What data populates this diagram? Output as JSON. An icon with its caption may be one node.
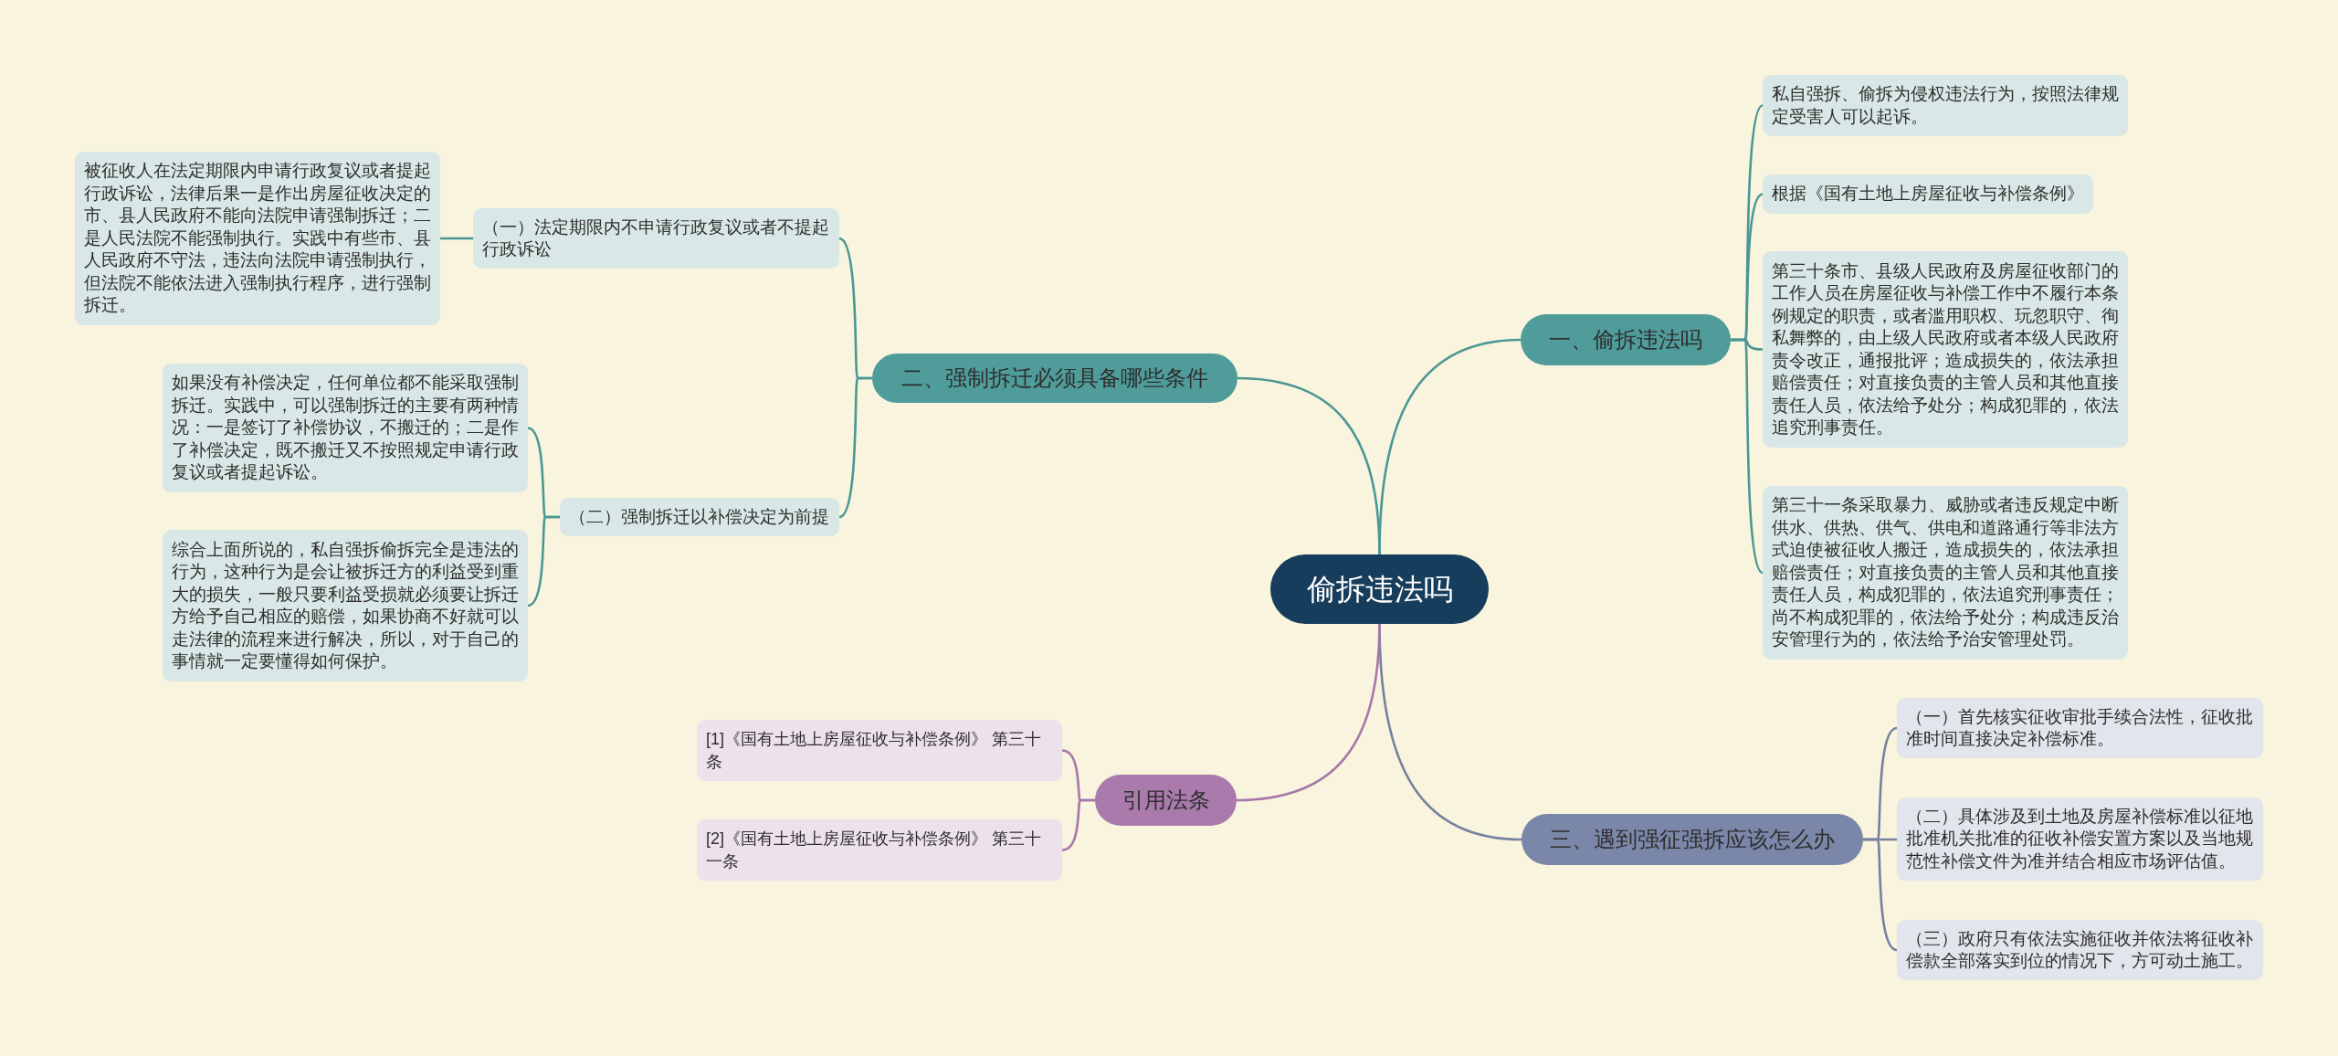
{
  "diagram": {
    "nodes": [
      {
        "text": [
          "偷拆违法吗"
        ]
      },
      {
        "text": [
          "一、偷拆违法吗"
        ]
      },
      {
        "text": [
          "私自强拆、偷拆为侵权违法行为，按照法律规定受害人可以起诉。"
        ]
      },
      {
        "text": [
          "根据《国有土地上房屋征收与补偿条例》"
        ]
      },
      {
        "text": [
          "第三十条市、县级人民政府及房屋征收部门的工作人员在房屋征收与补偿工作中不履行本条例规定的职责，或者滥用职权、玩忽职守、徇私舞弊的，由上级人民政府或者本级人民政府责令改正，通报批评；造成损失的，依法承担赔偿责任；对直接负责的主管人员和其他直接责任人员，依法给予处分；构成犯罪的，依法追究刑事责任。"
        ]
      },
      {
        "text": [
          "第三十一条采取暴力、威胁或者违反规定中断供水、供热、供气、供电和道路通行等非法方式迫使被征收人搬迁，造成损失的，依法承担赔偿责任；对直接负责的主管人员和其他直接责任人员，构成犯罪的，依法追究刑事责任；尚不构成犯罪的，依法给予处分；构成违反治安管理行为的，依法给予治安管理处罚。"
        ]
      },
      {
        "text": [
          "二、强制拆迁必须具备哪些条件"
        ]
      },
      {
        "text": [
          "（一）法定期限内不申请行政复议或者不提起行政诉讼"
        ]
      },
      {
        "text": [
          "被征收人在法定期限内申请行政复议或者提起行政诉讼，法律后果一是作出房屋征收决定的市、县人民政府不能向法院申请强制拆迁；二是人民法院不能强制执行。实践中有些市、县人民政府不守法，违法向法院申请强制执行，但法院不能依法进入强制执行程序，进行强制拆迁。"
        ]
      },
      {
        "text": [
          "（二）强制拆迁以补偿决定为前提"
        ]
      },
      {
        "text": [
          "如果没有补偿决定，任何单位都不能采取强制拆迁。实践中，可以强制拆迁的主要有两种情况：一是签订了补偿协议，不搬迁的；二是作了补偿决定，既不搬迁又不按照规定申请行政复议或者提起诉讼。"
        ]
      },
      {
        "text": [
          "综合上面所说的，私自强拆偷拆完全是违法的行为，这种行为是会让被拆迁方的利益受到重大的损失，一般只要利益受损就必须要让拆迁方给予自己相应的赔偿，如果协商不好就可以走法律的流程来进行解决，所以，对于自己的事情就一定要懂得如何保护。"
        ]
      },
      {
        "text": [
          "三、遇到强征强拆应该怎么办"
        ]
      },
      {
        "text": [
          "（一）首先核实征收审批手续合法性，征收批准时间直接决定补偿标准。"
        ]
      },
      {
        "text": [
          "（二）具体涉及到土地及房屋补偿标准以征地批准机关批准的征收补偿安置方案以及当地规范性补偿文件为准并结合相应市场评估值。"
        ]
      },
      {
        "text": [
          "（三）政府只有依法实施征收并依法将征收补偿款全部落实到位的情况下，方可动土施工。"
        ]
      },
      {
        "text": [
          "引用法条"
        ]
      },
      {
        "text": [
          "[1]《国有土地上房屋征收与补偿条例》 第三十条"
        ]
      },
      {
        "text": [
          "[2]《国有土地上房屋征收与补偿条例》 第三十一条"
        ]
      }
    ],
    "edges": [
      {
        "from": 0,
        "to": 1,
        "arrow": "none"
      },
      {
        "from": 1,
        "to": 2,
        "arrow": "none"
      },
      {
        "from": 1,
        "to": 3,
        "arrow": "none"
      },
      {
        "from": 1,
        "to": 4,
        "arrow": "none"
      },
      {
        "from": 1,
        "to": 5,
        "arrow": "none"
      },
      {
        "from": 0,
        "to": 6,
        "arrow": "none"
      },
      {
        "from": 6,
        "to": 7,
        "arrow": "none"
      },
      {
        "from": 7,
        "to": 8,
        "arrow": "none"
      },
      {
        "from": 6,
        "to": 9,
        "arrow": "none"
      },
      {
        "from": 9,
        "to": 10,
        "arrow": "none"
      },
      {
        "from": 9,
        "to": 11,
        "arrow": "none"
      },
      {
        "from": 0,
        "to": 12,
        "arrow": "none",
        "color": "#75819f"
      },
      {
        "from": 12,
        "to": 13,
        "arrow": "none",
        "color": "#75819f"
      },
      {
        "from": 12,
        "to": 14,
        "arrow": "none",
        "color": "#75819f"
      },
      {
        "from": 12,
        "to": 15,
        "arrow": "none",
        "color": "#75819f"
      },
      {
        "from": 0,
        "to": 16,
        "arrow": "none",
        "color": "#a677a8"
      },
      {
        "from": 16,
        "to": 17,
        "arrow": "none",
        "color": "#a677a8"
      },
      {
        "from": 16,
        "to": 18,
        "arrow": "none",
        "color": "#a677a8"
      }
    ]
  }
}
